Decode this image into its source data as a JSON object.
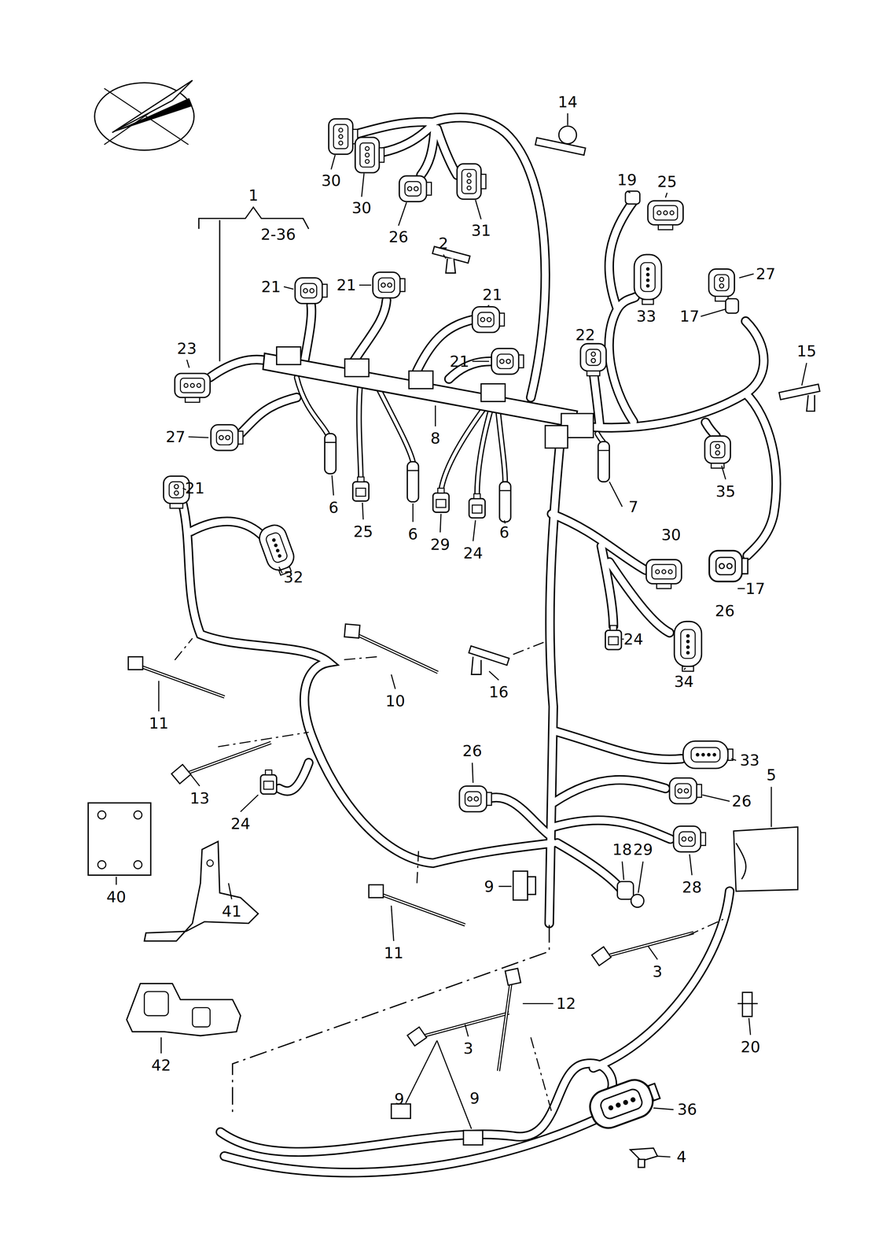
{
  "diagram": {
    "labels": [
      "14",
      "30",
      "30",
      "26",
      "31",
      "19",
      "25",
      "1",
      "2-36",
      "2",
      "21",
      "21",
      "21",
      "27",
      "33",
      "17",
      "22",
      "23",
      "21",
      "15",
      "27",
      "8",
      "35",
      "6",
      "25",
      "6",
      "29",
      "24",
      "6",
      "7",
      "21",
      "32",
      "30",
      "26",
      "17",
      "24",
      "34",
      "16",
      "10",
      "11",
      "13",
      "24",
      "26",
      "33",
      "26",
      "5",
      "40",
      "41",
      "9",
      "18",
      "29",
      "28",
      "11",
      "3",
      "12",
      "3",
      "20",
      "42",
      "9",
      "9",
      "36",
      "4"
    ]
  }
}
